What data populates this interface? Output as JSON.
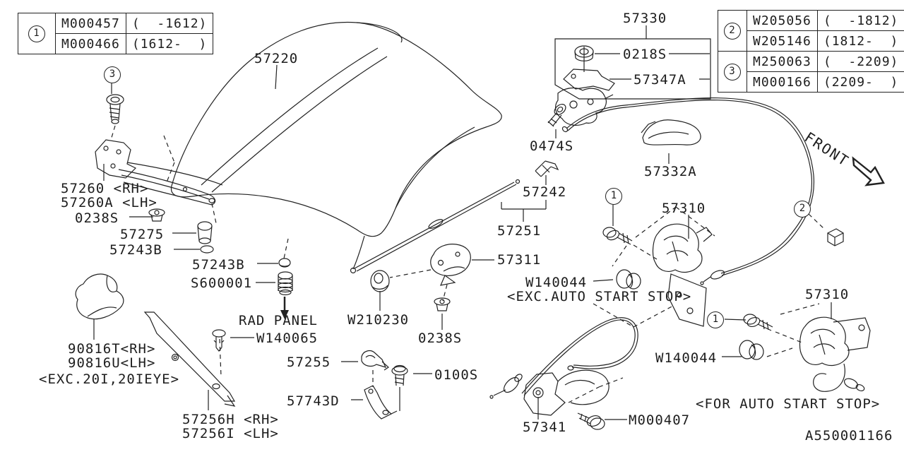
{
  "legend_left": {
    "marker": "1",
    "rows": [
      {
        "part": "M000457",
        "range": "(  -1612)"
      },
      {
        "part": "M000466",
        "range": "(1612-  )"
      }
    ]
  },
  "legend_right": {
    "groups": [
      {
        "marker": "2",
        "rows": [
          {
            "part": "W205056",
            "range": "(  -1812)"
          },
          {
            "part": "W205146",
            "range": "(1812-  )"
          }
        ]
      },
      {
        "marker": "3",
        "rows": [
          {
            "part": "M250063",
            "range": "(  -2209)"
          },
          {
            "part": "M000166",
            "range": "(2209-  )"
          }
        ]
      }
    ]
  },
  "callouts": {
    "hood": "57220",
    "cable_assy": "57330",
    "nut": "0218S",
    "cable_bracket": "57347A",
    "screw": "0474S",
    "release_lever": "57332A",
    "rod_holder": "57242",
    "rod": "57251",
    "latch_exc": "57310",
    "striker": "57311",
    "clip_exc": "W140044",
    "latch_for": "57310",
    "clip_for": "W140044",
    "hinge_rh": "57260 <RH>",
    "hinge_lh": "57260A <LH>",
    "grommet_hinge": "0238S",
    "bumper": "57275",
    "plug_a": "57243B",
    "plug_b": "57243B",
    "cushion": "S600001",
    "clip_w140065": "W140065",
    "insulator_rh": "90816T<RH>",
    "insulator_lh": "90816U<LH>",
    "seal_rh": "57256H <RH>",
    "seal_lh": "57256I <LH>",
    "clamp": "57255",
    "bolt_0100s": "0100S",
    "stay_bracket": "57743D",
    "grommet_w210230": "W210230",
    "grommet_0238s": "0238S",
    "cable_bracket_lower": "57341",
    "bolt_m000407": "M000407"
  },
  "notes": {
    "exc_auto": "<EXC.AUTO START STOP>",
    "for_auto": "<FOR AUTO START STOP>",
    "exc_20i": "<EXC.20I,20IEYE>",
    "rad_panel": "RAD PANEL"
  },
  "markers": {
    "hinge_bolt": "3",
    "latch_bolt_exc": "1",
    "cable_clip": "2",
    "latch_bolt_for": "1"
  },
  "front_label": "FRONT",
  "diagram_id": "A550001166"
}
